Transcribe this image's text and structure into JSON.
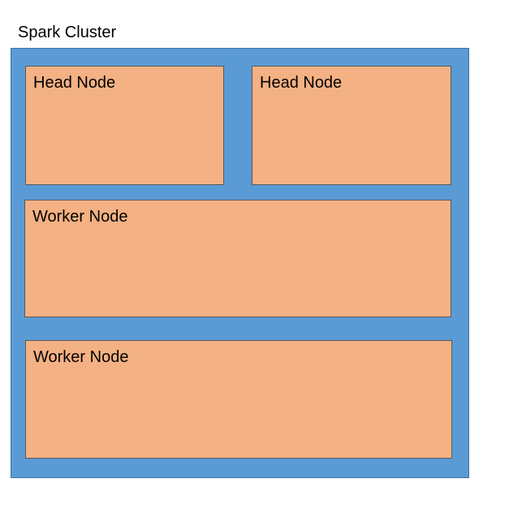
{
  "cluster": {
    "label": "Spark Cluster",
    "color": "#5b9bd5",
    "border_color": "#41719c"
  },
  "nodes": [
    {
      "label": "Head Node",
      "role": "head"
    },
    {
      "label": "Head Node",
      "role": "head"
    },
    {
      "label": "Worker Node",
      "role": "worker"
    },
    {
      "label": "Worker Node",
      "role": "worker"
    }
  ],
  "node_style": {
    "fill_color": "#f4b183",
    "border_color": "#595959"
  }
}
